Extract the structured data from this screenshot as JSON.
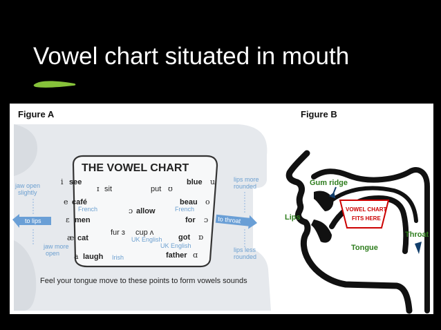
{
  "slide": {
    "title": "Vowel chart situated in mouth"
  },
  "figure_a": {
    "label": "Figure A",
    "chart_title": "THE VOWEL CHART",
    "side_notes": {
      "jaw_open_1": "jaw open",
      "jaw_open_2": "slightly",
      "jaw_more_1": "jaw more",
      "jaw_more_2": "open",
      "lips_more_1": "lips more",
      "lips_more_2": "rounded",
      "lips_less_1": "lips less",
      "lips_less_2": "rounded"
    },
    "arrows": {
      "to_lips": "to lips",
      "to_throat": "to throat"
    },
    "words": {
      "i_sym": "i",
      "see": "see",
      "I_sym": "ɪ",
      "sit": "sit",
      "put": "put",
      "put_sym": "ʊ",
      "blue": "blue",
      "u_sym": "u",
      "e_sym": "e",
      "cafe": "café",
      "french_1": "French",
      "beau": "beau",
      "o_sym": "o",
      "french_2": "French",
      "epsilon_sym": "ɛ",
      "men": "men",
      "oo_sym": "ɔ",
      "allow": "allow",
      "for": "for",
      "for_sym": "ɔ",
      "fur": "fur ɜ",
      "cup": "cup ʌ",
      "uk_1": "UK English",
      "got": "got",
      "got_sym": "ɒ",
      "uk_2": "UK English",
      "ae_sym": "æ",
      "cat": "cat",
      "a_sym": "a",
      "laugh": "laugh",
      "irish": "Irish",
      "father": "father",
      "father_sym": "ɑ"
    },
    "caption": "Feel your tongue move to these points to form vowels sounds"
  },
  "figure_b": {
    "label": "Figure B",
    "gum_ridge": "Gum ridge",
    "lips": "Lips",
    "box_line1": "VOWEL CHART",
    "box_line2": "FITS HERE",
    "throat": "Throat",
    "tongue": "Tongue"
  },
  "colors": {
    "background": "#000000",
    "accent_green": "#86c23a",
    "arrow_blue": "#6a9fd6",
    "note_blue": "#6b9fd0",
    "box_red": "#cc0000",
    "label_green": "#2e7d1d"
  }
}
